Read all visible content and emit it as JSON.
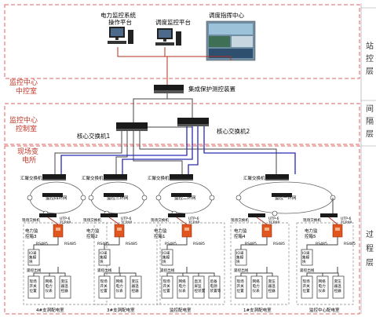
{
  "zones": {
    "center_control": "监控中心\n中控室",
    "center_ctrl_room": "监控中心\n控制室",
    "field_station": "现场变\n电所"
  },
  "layers": {
    "station": "站\n控\n层",
    "bay": "间\n隔\n层",
    "process": "过\n程\n层"
  },
  "top": {
    "power_monitor": "电力监控系统\n操作平台",
    "dispatch_monitor": "调度监控平台",
    "dispatch_center": "调度指挥中心"
  },
  "integrated_device": "集成保护测控装置",
  "core_switch_1": "核心交换机1",
  "core_switch_2": "核心交换机2",
  "groups": [
    {
      "agg": "汇聚交换机",
      "ring": "监控四环网",
      "access": "现场交换机",
      "utp": "UTP-6\nTCP/IP",
      "ctrl": "电力监\n控箱3",
      "rs": [
        "RS485",
        "RS485"
      ],
      "io": "IO采\n集模\n块",
      "sub": "遥控出线",
      "bottom": [
        "现场\n开关\n位置",
        "网络\n电力\n仪表",
        "变压\n器温\n控器"
      ],
      "room": "4#支洞配电室"
    },
    {
      "agg": "汇聚交换机",
      "ring": "监控三环网",
      "access": "现场交换机",
      "utp": "UTP-6\nTCP/IP",
      "ctrl": "电力监\n控箱2",
      "rs": [
        "RS485",
        "RS485"
      ],
      "io": "IO采\n集模\n块",
      "sub": "遥控出线",
      "bottom": [
        "现场\n开关\n位置",
        "网络\n电力\n仪表",
        "变压\n器温\n控器"
      ],
      "room": "3#支洞配电室"
    },
    {
      "agg": "汇聚交换机",
      "ring": "监控二环网",
      "access": "现场交换机",
      "utp": "UTP-6\nTCP/IP",
      "ctrl": "电力监\n控箱1",
      "rs": [
        "RS485",
        "RS485"
      ],
      "io": "IO采\n集模\n块",
      "sub": "遥控出线",
      "bottom": [
        "现场\n开关\n位置",
        "网络\n电力\n仪表",
        "直流\n屏监\n控装置",
        "后备\n电源\n装置等"
      ],
      "room": "监控配电室"
    },
    {
      "agg": "汇聚交换机",
      "ring": "监控一环网",
      "access": "现场交换机",
      "utp": "UTP-6\nTCP/IP",
      "ctrl": "电力监\n控箱4",
      "rs": [
        "RS485",
        "RS485"
      ],
      "io": "IO采\n集模\n块",
      "sub": "遥控出线",
      "bottom": [
        "现场\n开关\n位置",
        "网络\n电力\n仪表",
        "变压\n器温\n控器"
      ],
      "room": "1#支洞配电室"
    },
    {
      "agg": "",
      "ring": "",
      "access": "现场交换机",
      "utp": "UTP-6\nTCP/IP",
      "ctrl": "电力监\n控箱5",
      "rs": [
        "RS485",
        "RS485"
      ],
      "io": "IO采\n集模\n块",
      "sub": "遥控出线",
      "bottom": [
        "现场\n开关\n位置",
        "网络\n电力\n仪表",
        "变压\n器温\n控器"
      ],
      "room": "监控中心配电室"
    }
  ]
}
